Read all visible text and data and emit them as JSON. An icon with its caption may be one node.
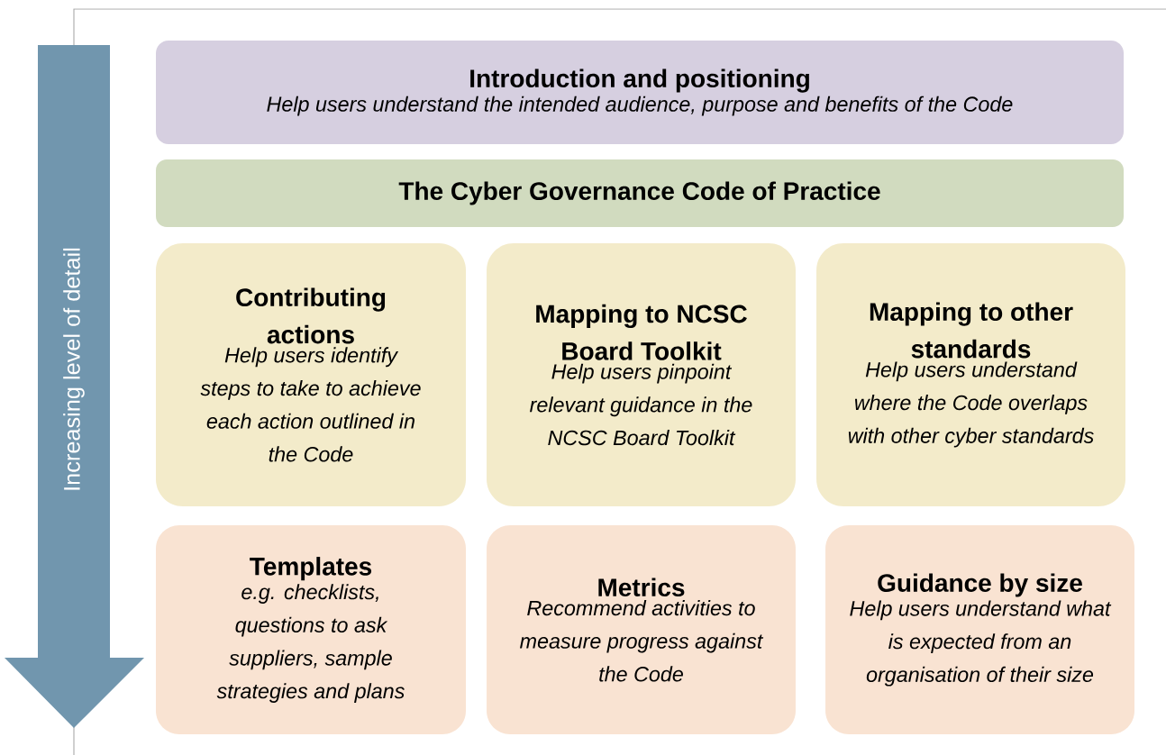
{
  "diagram": {
    "nodes": [
      {
        "text": [
          "Introduction and positioning",
          "Help users understand the intended audience, purpose and benefits of the Code"
        ]
      },
      {
        "text": [
          "The Cyber Governance Code of Practice"
        ]
      },
      {
        "text": [
          "Contributing actions",
          "Help users identify steps to take to achieve each action outlined in the Code"
        ]
      },
      {
        "text": [
          "Mapping to NCSC Board Toolkit",
          "Help users pinpoint relevant guidance in the NCSC Board Toolkit"
        ]
      },
      {
        "text": [
          "Mapping to other standards",
          "Help users understand where the Code overlaps with other cyber standards"
        ]
      },
      {
        "text": [
          "Templates",
          "e.g. checklists, questions to ask suppliers, sample strategies and plans"
        ]
      },
      {
        "text": [
          "Metrics",
          "Recommend activities to measure progress against the Code"
        ]
      },
      {
        "text": [
          "Guidance by size",
          "Help users understand what is expected from an organisation of their size"
        ]
      }
    ],
    "labels": [
      "Increasing level of detail"
    ]
  }
}
